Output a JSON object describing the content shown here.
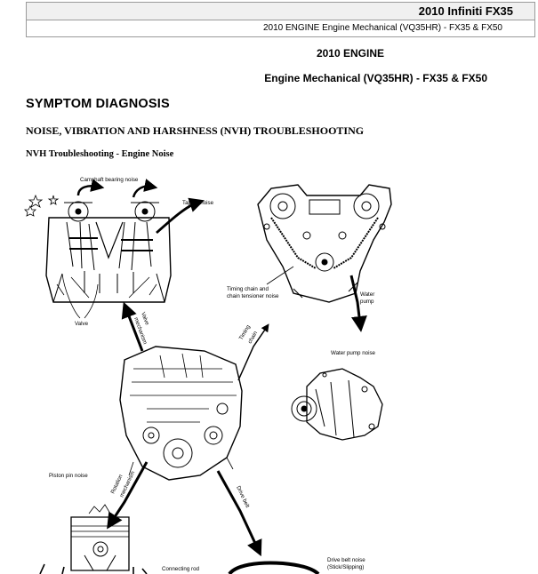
{
  "header": {
    "title": "2010 Infiniti FX35",
    "subtitle": "2010 ENGINE Engine Mechanical (VQ35HR) - FX35 & FX50"
  },
  "document": {
    "title": "2010 ENGINE",
    "subtitle": "Engine Mechanical (VQ35HR) - FX35 & FX50"
  },
  "section": {
    "heading": "SYMPTOM DIAGNOSIS",
    "subheading": "NOISE, VIBRATION AND HARSHNESS (NVH) TROUBLESHOOTING",
    "topic": "NVH Troubleshooting - Engine Noise"
  },
  "figure": {
    "labels": {
      "camshaft_bearing": "Camshaft bearing noise",
      "tappet": "Tappet noise",
      "valve": "Valve",
      "valve_mechanism_1": "Valve",
      "valve_mechanism_2": "mechanism",
      "timing_chain_noise_1": "Timing chain and",
      "timing_chain_noise_2": "chain tensioner noise",
      "water_pump_1": "Water",
      "water_pump_2": "pump",
      "timing_chain_1": "Timing",
      "timing_chain_2": "chain",
      "water_pump_noise": "Water pump noise",
      "piston_pin_noise": "Piston pin noise",
      "rotation_mechanism_1": "Rotation",
      "rotation_mechanism_2": "mechanism",
      "drive_belt": "Drive belt",
      "connecting_rod": "Connecting rod",
      "drive_belt_noise_1": "Drive belt noise",
      "drive_belt_noise_2": "(Stick/Slipping)"
    }
  }
}
